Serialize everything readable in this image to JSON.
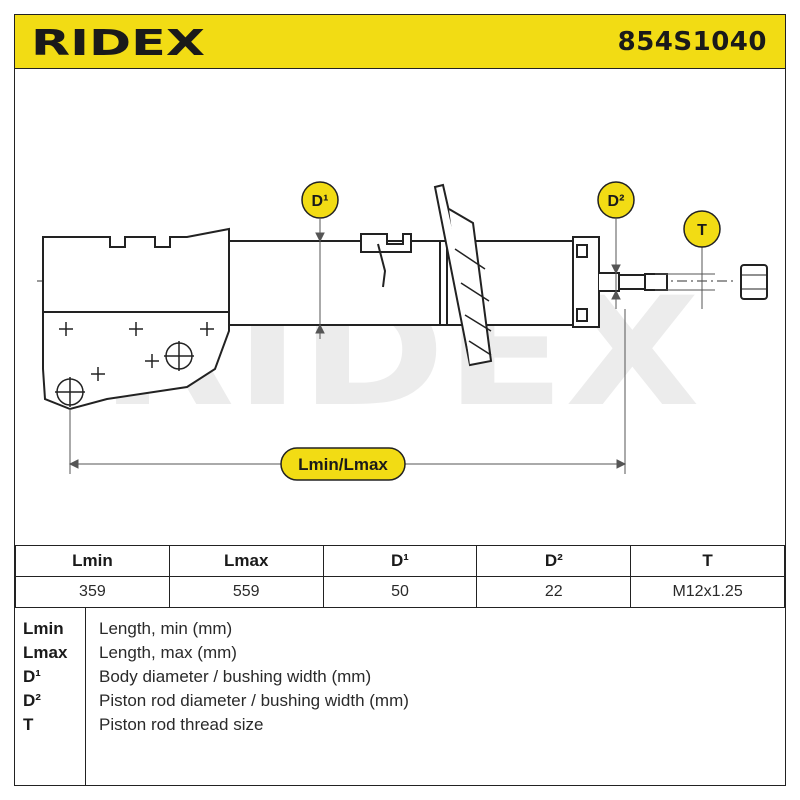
{
  "header": {
    "brand": "RIDEX",
    "part_number": "854S1040",
    "colors": {
      "header_bg": "#f2dc14",
      "text": "#1a1a1a",
      "badge_bg": "#f2dc14"
    }
  },
  "diagram": {
    "watermark": "RIDEX",
    "labels": {
      "d1": "D¹",
      "d2": "D²",
      "t": "T",
      "length": "Lmin/Lmax"
    }
  },
  "table": {
    "headers": [
      "Lmin",
      "Lmax",
      "D¹",
      "D²",
      "T"
    ],
    "values": [
      "359",
      "559",
      "50",
      "22",
      "M12x1.25"
    ]
  },
  "legend": [
    {
      "abbr": "Lmin",
      "desc": "Length, min (mm)"
    },
    {
      "abbr": "Lmax",
      "desc": "Length, max (mm)"
    },
    {
      "abbr": "D¹",
      "desc": "Body diameter / bushing width (mm)"
    },
    {
      "abbr": "D²",
      "desc": "Piston rod diameter / bushing width (mm)"
    },
    {
      "abbr": "T",
      "desc": "Piston rod thread size"
    }
  ]
}
